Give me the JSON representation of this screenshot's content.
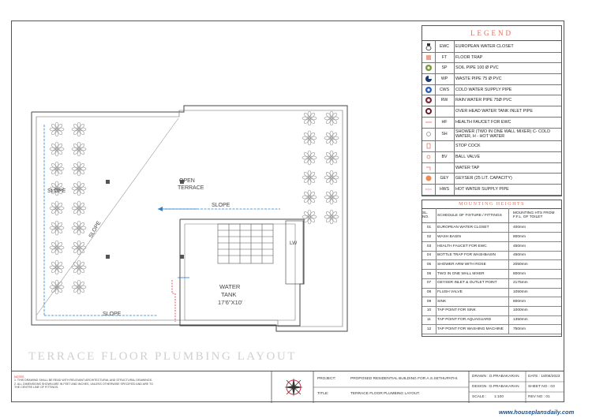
{
  "legend": {
    "title": "LEGEND",
    "items": [
      {
        "code": "EWC",
        "desc": "EUROPEAN WATER CLOSET",
        "icon": "water-closet-icon"
      },
      {
        "code": "FT",
        "desc": "FLOOR TRAP",
        "icon": "floor-trap-icon"
      },
      {
        "code": "SP",
        "desc": "SOIL PIPE 100 Ø PVC",
        "icon": "soil-pipe-icon"
      },
      {
        "code": "WP",
        "desc": "WASTE PIPE 75 Ø PVC",
        "icon": "waste-pipe-icon"
      },
      {
        "code": "CWS",
        "desc": "COLD WATER SUPPLY PIPE",
        "icon": "cold-water-icon"
      },
      {
        "code": "RW",
        "desc": "RAIN WATER PIPE 75Ø PVC",
        "icon": "rain-water-icon"
      },
      {
        "code": "",
        "desc": "OVER HEAD WATER TANK INLET PIPE",
        "icon": "tank-inlet-icon"
      },
      {
        "code": "HF",
        "desc": "HEALTH FAUCET FOR EWC",
        "icon": "health-faucet-icon"
      },
      {
        "code": "SH",
        "desc": "SHOWER (TWO IN ONE WALL MIXER) C- COLD WATER, H - HOT WATER",
        "icon": "shower-icon"
      },
      {
        "code": "",
        "desc": "STOP COCK",
        "icon": "stop-cock-icon"
      },
      {
        "code": "BV",
        "desc": "BALL VALVE",
        "icon": "ball-valve-icon"
      },
      {
        "code": "",
        "desc": "WATER TAP",
        "icon": "water-tap-icon"
      },
      {
        "code": "GEY",
        "desc": "GEYSER (25 LIT. CAPACITY)",
        "icon": "geyser-icon"
      },
      {
        "code": "HWS",
        "desc": "HOT WATER SUPPLY PIPE",
        "icon": "hot-water-icon"
      }
    ]
  },
  "mounting": {
    "title": "MOUNTING HEIGHTS",
    "head": {
      "sl": "SL. NO.",
      "schedule": "SCHEDULE OF FIXTURE / FITTINGS",
      "heights": "MOUNTING HTS FROM F.F.L. OF TOILET"
    },
    "rows": [
      {
        "sl": "01",
        "item": "EUROPEAN WATER CLOSET",
        "height": "400mm"
      },
      {
        "sl": "02",
        "item": "WASH BASIN",
        "height": "800mm"
      },
      {
        "sl": "03",
        "item": "HEALTH FAUCET FOR EWC",
        "height": "450mm"
      },
      {
        "sl": "04",
        "item": "BOTTLE TRAP FOR WASHBASIN",
        "height": "450mm"
      },
      {
        "sl": "05",
        "item": "SHOWER ARM WITH ROSE",
        "height": "2050mm"
      },
      {
        "sl": "06",
        "item": "TWO IN ONE WALL MIXER",
        "height": "800mm"
      },
      {
        "sl": "07",
        "item": "GEYSER INLET & OUTLET POINT",
        "height": "2175mm"
      },
      {
        "sl": "08",
        "item": "FLUSH VALVE",
        "height": "1050mm"
      },
      {
        "sl": "09",
        "item": "SINK",
        "height": "800mm"
      },
      {
        "sl": "10",
        "item": "TAP POINT FOR SINK",
        "height": "1000mm"
      },
      {
        "sl": "11",
        "item": "TAP POINT FOR AQUAGUARD",
        "height": "1350mm"
      },
      {
        "sl": "12",
        "item": "TAP POINT FOR WASHING MACHINE",
        "height": "750mm"
      }
    ]
  },
  "plan": {
    "open_terrace": "OPEN",
    "open_terrace_2": "TERRACE",
    "slope": "SLOPE",
    "water_tank_1": "WATER",
    "water_tank_2": "TANK",
    "water_tank_3": "17'6\"X10'",
    "lw": "LW"
  },
  "drawing_title": "TERRACE FLOOR PLUMBING LAYOUT",
  "notes": {
    "heading": "NOTES",
    "line1": "1. THIS DRAWING SHALL BE READ WITH RELEVANT ARCHITECTURAL AND STRUCTURAL DRAWINGS.",
    "line2": "2. ALL DIMENSIONS SHOWN ARE IN FEET AND INCHES, UNLESS OTHERWISE SPECIFIED AND ARE TO",
    "line3": "THE CENTRE LINE OF FITTINGS."
  },
  "titleblock": {
    "project_label": "PROJECT:",
    "project": "PROPOSED RESIDENTIAL BUILDING FOR A.S.SETHUPATHI.",
    "title_label": "TITLE:",
    "title": "TERRACE FLOOR PLUMBING LAYOUT.",
    "drawn_label": "DRAWN :",
    "drawn": "D.PRABAKARAN",
    "design_label": "DESIGN :",
    "design": "D.PRABAKARAN",
    "scale_label": "SCALE :",
    "scale": "1:100",
    "date_label": "DATE : 18/06/2023",
    "sheet_label": "SHEET NO : 03",
    "rev_label": "REV NO : 01"
  },
  "watermark": "www.houseplansdaily.com",
  "colors": {
    "accent": "#e06a5a",
    "pipe_blue": "#2a7fd0",
    "pipe_red": "#d9334a",
    "tree": "#8f8f8f"
  }
}
